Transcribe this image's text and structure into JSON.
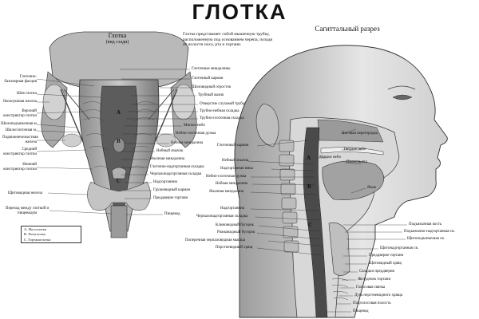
{
  "title": "ГЛОТКА",
  "left_header": {
    "title": "Глотка",
    "subtitle": "(вид сзади)"
  },
  "right_header": "Сагиттальный разрез",
  "description": "Глотка представляет собой мышечную трубку, расположенную под основанием черепа, позади от полости носа, рта и гортани.",
  "left_labels": [
    "Глоточно-базилярная фасция",
    "Шов глотки",
    "Околоушная железа",
    "Верхний констриктор глотки",
    "Шилоподъязычная м.",
    "Шилоглоточная м.",
    "Поднижнечелюстная железа",
    "Средний констриктор глотки",
    "Нижний констриктор глотки",
    "Щитовидная железа",
    "Переход между глоткой и пищеводом"
  ],
  "legend": [
    "A. Носоглотка",
    "B. Ротоглотка",
    "C. Гортаноглотка"
  ],
  "center_labels": [
    "Глоточные миндалины",
    "Глоточный карман",
    "Шиловидный отросток",
    "Трубный валик",
    "Отверстие слуховой трубы",
    "Трубно-небная складка",
    "Трубно-глоточная складка",
    "Мягкое небо",
    "Небно-глоточная дужка",
    "Небная миндалина",
    "Небный язычок",
    "Язычная миндалина",
    "Глоточно-надгортанная складка",
    "Черпалонадгортанная складка",
    "Надгортанник",
    "Грушевидный карман",
    "Преддверие гортани",
    "Пищевод"
  ],
  "sagittal_left_labels": [
    "Глоточный карман",
    "Небный язычок",
    "Надгортанная ямка",
    "Небно-глоточная дужка",
    "Небная миндалина",
    "Язычная миндалина",
    "Надгортанник",
    "Черпалонадгортанная складка",
    "Клиновидный бугорок",
    "Рожковидный бугорок",
    "Поперечная черпаловидная мышца",
    "Перстневидный хрящ"
  ],
  "sagittal_right_labels": [
    "Носовая перегородка",
    "Твердое небо",
    "Мягкое небо",
    "Полость рта",
    "Язык",
    "Подъязычная кость",
    "Подъязычно-надгортанная св.",
    "Щитоподъязычная св.",
    "Щитонадгортанная св.",
    "Преддверие гортани",
    "Щитовидный хрящ",
    "Складки преддверия",
    "Желудочек гортани",
    "Голосовая связка",
    "Дуга перстневидного хряща",
    "Подголосовая полость",
    "Пищевод"
  ],
  "region_letters": {
    "a": "A",
    "b": "B",
    "c": "C"
  }
}
